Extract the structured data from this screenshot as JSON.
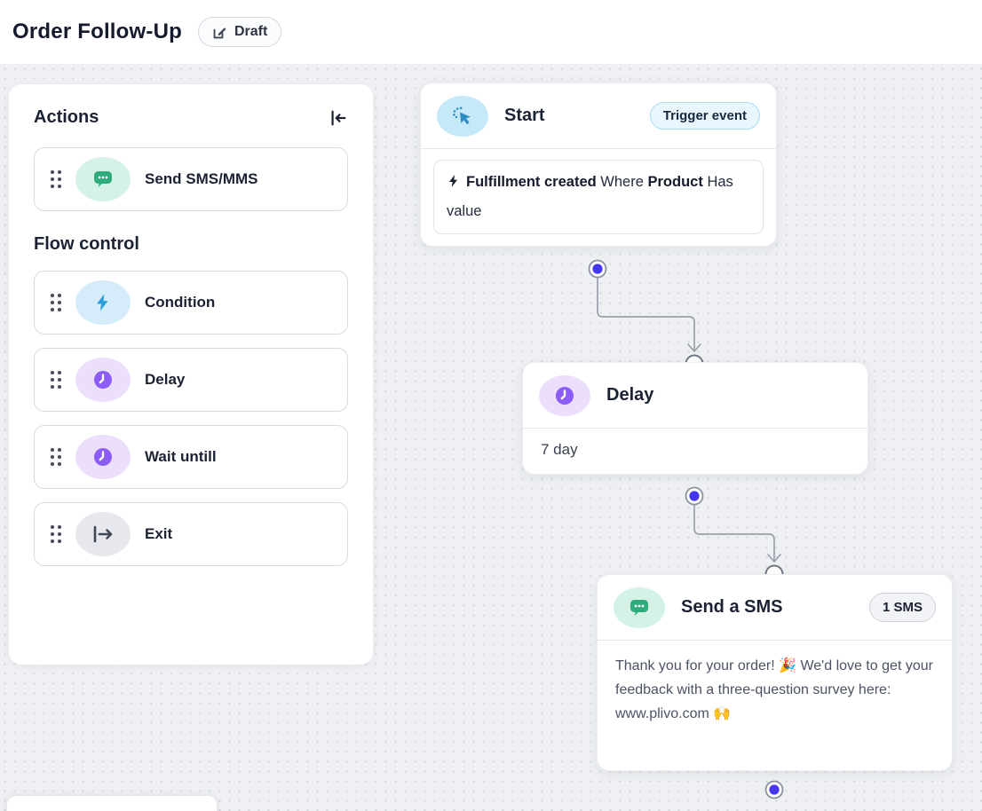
{
  "header": {
    "title": "Order Follow-Up",
    "status_badge": "Draft"
  },
  "actions_panel": {
    "title": "Actions",
    "collapse_icon": "collapse-left",
    "items": [
      {
        "label": "Send SMS/MMS",
        "icon": "sms-bubble-icon"
      }
    ],
    "flow_control": {
      "title": "Flow control",
      "items": [
        {
          "label": "Condition",
          "icon": "lightning-icon"
        },
        {
          "label": "Delay",
          "icon": "clock-icon"
        },
        {
          "label": "Wait untill",
          "icon": "clock-icon"
        },
        {
          "label": "Exit",
          "icon": "exit-icon"
        }
      ]
    }
  },
  "canvas": {
    "nodes": {
      "start": {
        "title": "Start",
        "badge": "Trigger event",
        "icon": "cursor-click-icon",
        "trigger": {
          "event": "Fulfillment created",
          "where_label": "Where",
          "field": "Product",
          "operator": "Has value"
        }
      },
      "delay": {
        "title": "Delay",
        "icon": "clock-icon",
        "duration": "7 day"
      },
      "sms": {
        "title": "Send a SMS",
        "badge": "1 SMS",
        "icon": "sms-bubble-icon",
        "message": "Thank you for your order! 🎉 We'd love to get your feedback with a three-question survey here: www.plivo.com 🙌"
      }
    }
  },
  "colors": {
    "canvas_bg": "#eef0f3",
    "accent_green": "#2eac7d",
    "accent_blue": "#2d9cdb",
    "accent_purple": "#8b5cf6",
    "accent_teal": "#2a8fc0",
    "connector_gray": "#9aa1ac",
    "connector_dot_blue": "#4338f0",
    "trigger_badge_bg": "#e9f6fd",
    "trigger_badge_border": "#a9dbf5"
  }
}
